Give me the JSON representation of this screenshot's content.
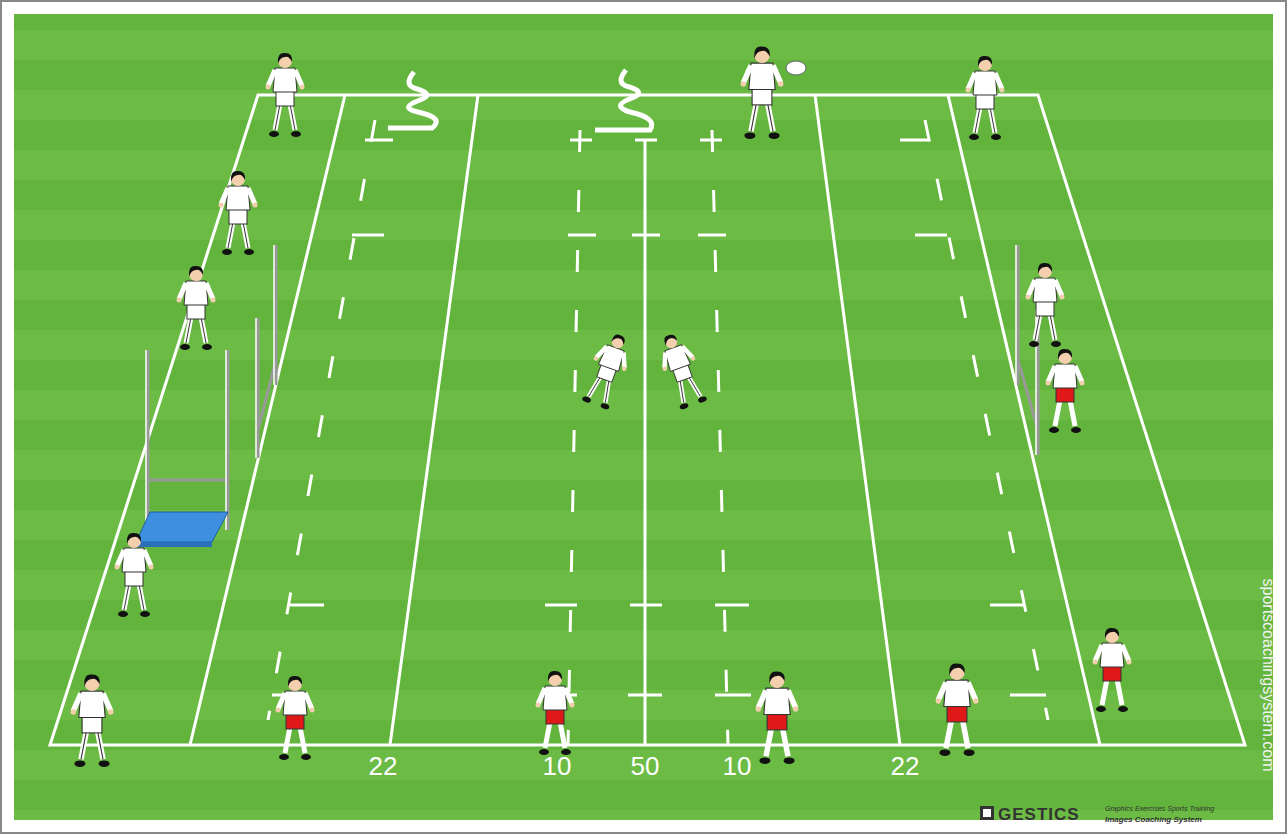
{
  "diagram": {
    "labels": [
      "22",
      "10",
      "50",
      "10",
      "22",
      "sportscoachingsystem.com",
      "GESTICS",
      "Graphics Exercises Sports Training",
      "Images Coaching System"
    ]
  }
}
